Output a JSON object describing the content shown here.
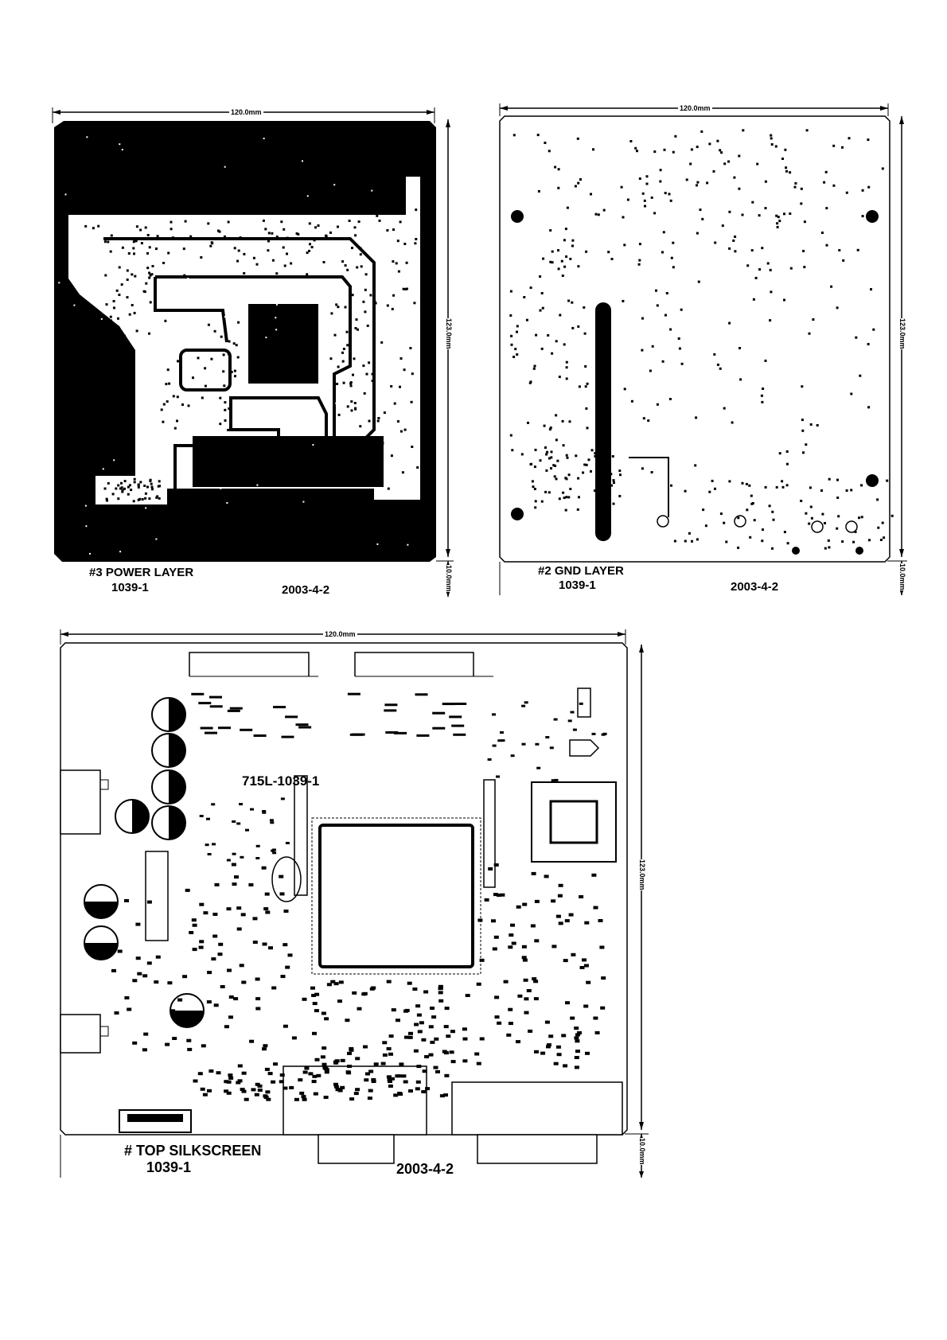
{
  "power_layer": {
    "title": "#3 POWER LAYER",
    "part": "1039-1",
    "date": "2003-4-2",
    "dim_width": "120.0mm",
    "dim_height": "123.0mm",
    "dim_margin": "10.0mm"
  },
  "gnd_layer": {
    "title": "#2 GND LAYER",
    "part": "1039-1",
    "date": "2003-4-2",
    "dim_width": "120.0mm",
    "dim_height": "123.0mm",
    "dim_margin": "10.0mm"
  },
  "top_silkscreen": {
    "title": "# TOP SILKSCREEN",
    "part": "1039-1",
    "date": "2003-4-2",
    "board_label": "715L-1039-1",
    "dim_width": "120.0mm",
    "dim_height": "123.0mm",
    "dim_margin": "10.0mm"
  },
  "colors": {
    "ink": "#000000",
    "paper": "#ffffff"
  }
}
